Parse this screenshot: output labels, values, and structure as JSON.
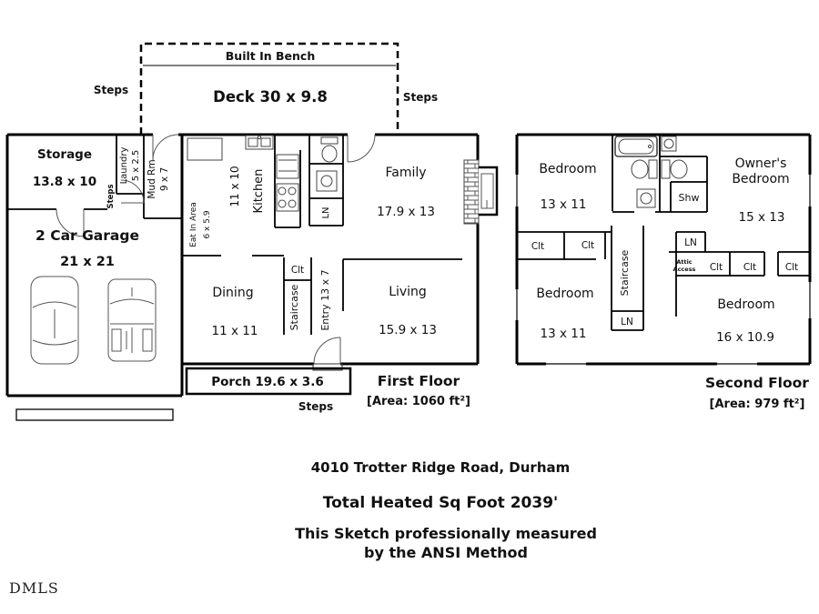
{
  "colors": {
    "wall": "#000000",
    "text": "#111111",
    "background": "#ffffff",
    "fixture": "#444444"
  },
  "labels": {
    "steps": "Steps",
    "clt": "Clt",
    "ln": "LN",
    "staircase": "Staircase"
  },
  "deck": {
    "bench": "Built In Bench",
    "size": "Deck 30 x 9.8"
  },
  "first_floor": {
    "title": "First Floor",
    "area": "[Area: 1060 ft²]",
    "storage_name": "Storage",
    "storage_dim": "13.8 x 10",
    "laundry_name": "Laundry",
    "laundry_dim": "5 x 2.5",
    "mudrm_name": "Mud Rm",
    "mudrm_dim": "9 x 7",
    "garage_name": "2 Car Garage",
    "garage_dim": "21 x 21",
    "eatin_name": "Eat In Area",
    "eatin_dim": "6 x 5.9",
    "kitchen_name": "Kitchen",
    "kitchen_dim": "11 x 10",
    "family_name": "Family",
    "family_dim": "17.9 x 13",
    "dining_name": "Dining",
    "dining_dim": "11 x 11",
    "living_name": "Living",
    "living_dim": "15.9 x 13",
    "entry": "Entry 13 x 7",
    "porch": "Porch 19.6 x 3.6"
  },
  "second_floor": {
    "title": "Second Floor",
    "area": "[Area: 979 ft²]",
    "bedroom_tl_name": "Bedroom",
    "bedroom_tl_dim": "13 x 11",
    "owners_line1": "Owner's",
    "owners_line2": "Bedroom",
    "owners_dim": "15 x 13",
    "bedroom_bl_name": "Bedroom",
    "bedroom_bl_dim": "13 x 11",
    "bedroom_br_name": "Bedroom",
    "bedroom_br_dim": "16 x 10.9",
    "shw": "Shw",
    "attic_line1": "Attic",
    "attic_line2": "Access"
  },
  "footer": {
    "address": "4010 Trotter Ridge Road, Durham",
    "total_heated": "Total Heated Sq Foot 2039'",
    "measured_line1": "This Sketch professionally measured",
    "measured_line2": "by the ANSI Method",
    "logo": "DMLS"
  }
}
